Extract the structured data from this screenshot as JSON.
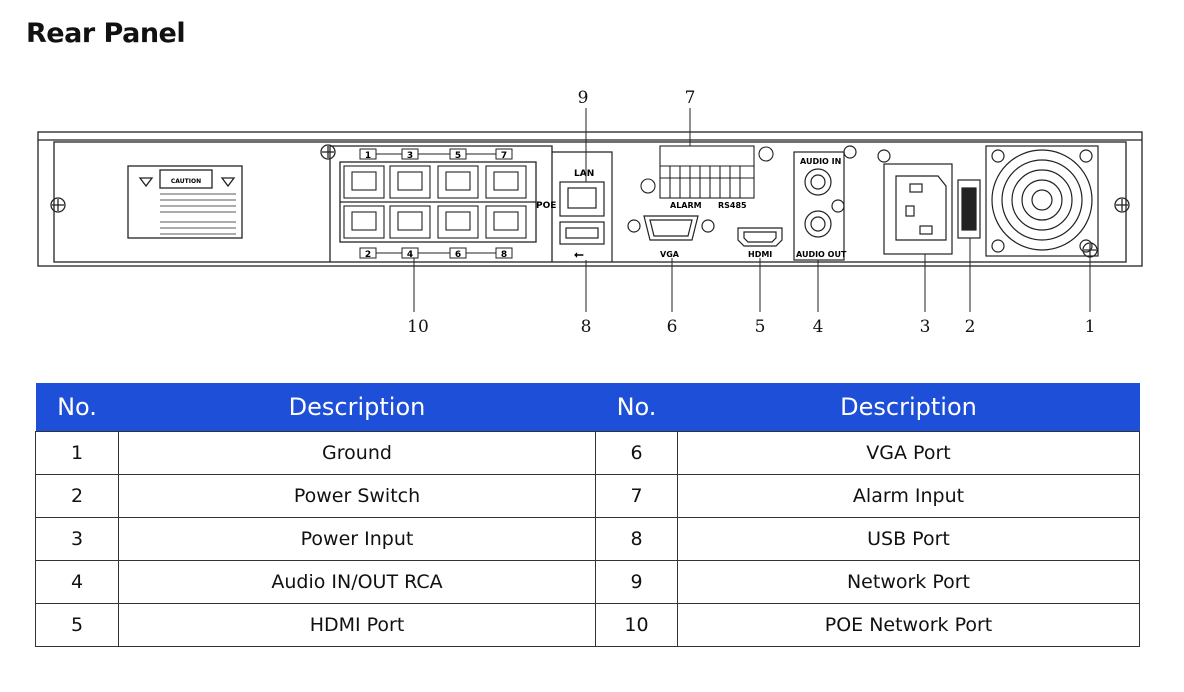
{
  "title": "Rear Panel",
  "diagram": {
    "callouts": [
      "1",
      "2",
      "3",
      "4",
      "5",
      "6",
      "7",
      "8",
      "9",
      "10"
    ],
    "labels": {
      "lan": "LAN",
      "poe": "POE",
      "alarm": "ALARM",
      "rs485": "RS485",
      "vga": "VGA",
      "hdmi": "HDMI",
      "audio_in": "AUDIO IN",
      "audio_out": "AUDIO OUT",
      "caution": "CAUTION"
    },
    "poe_top_ports": [
      "1",
      "3",
      "5",
      "7"
    ],
    "poe_bottom_ports": [
      "2",
      "4",
      "6",
      "8"
    ]
  },
  "table": {
    "headers": [
      "No.",
      "Description",
      "No.",
      "Description"
    ],
    "rows": [
      [
        "1",
        "Ground",
        "6",
        "VGA Port"
      ],
      [
        "2",
        "Power Switch",
        "7",
        "Alarm Input"
      ],
      [
        "3",
        "Power Input",
        "8",
        "USB Port"
      ],
      [
        "4",
        "Audio IN/OUT RCA",
        "9",
        "Network Port"
      ],
      [
        "5",
        "HDMI Port",
        "10",
        "POE Network Port"
      ]
    ]
  },
  "colors": {
    "header_bg": "#1e4fd8",
    "header_text": "#ffffff"
  }
}
